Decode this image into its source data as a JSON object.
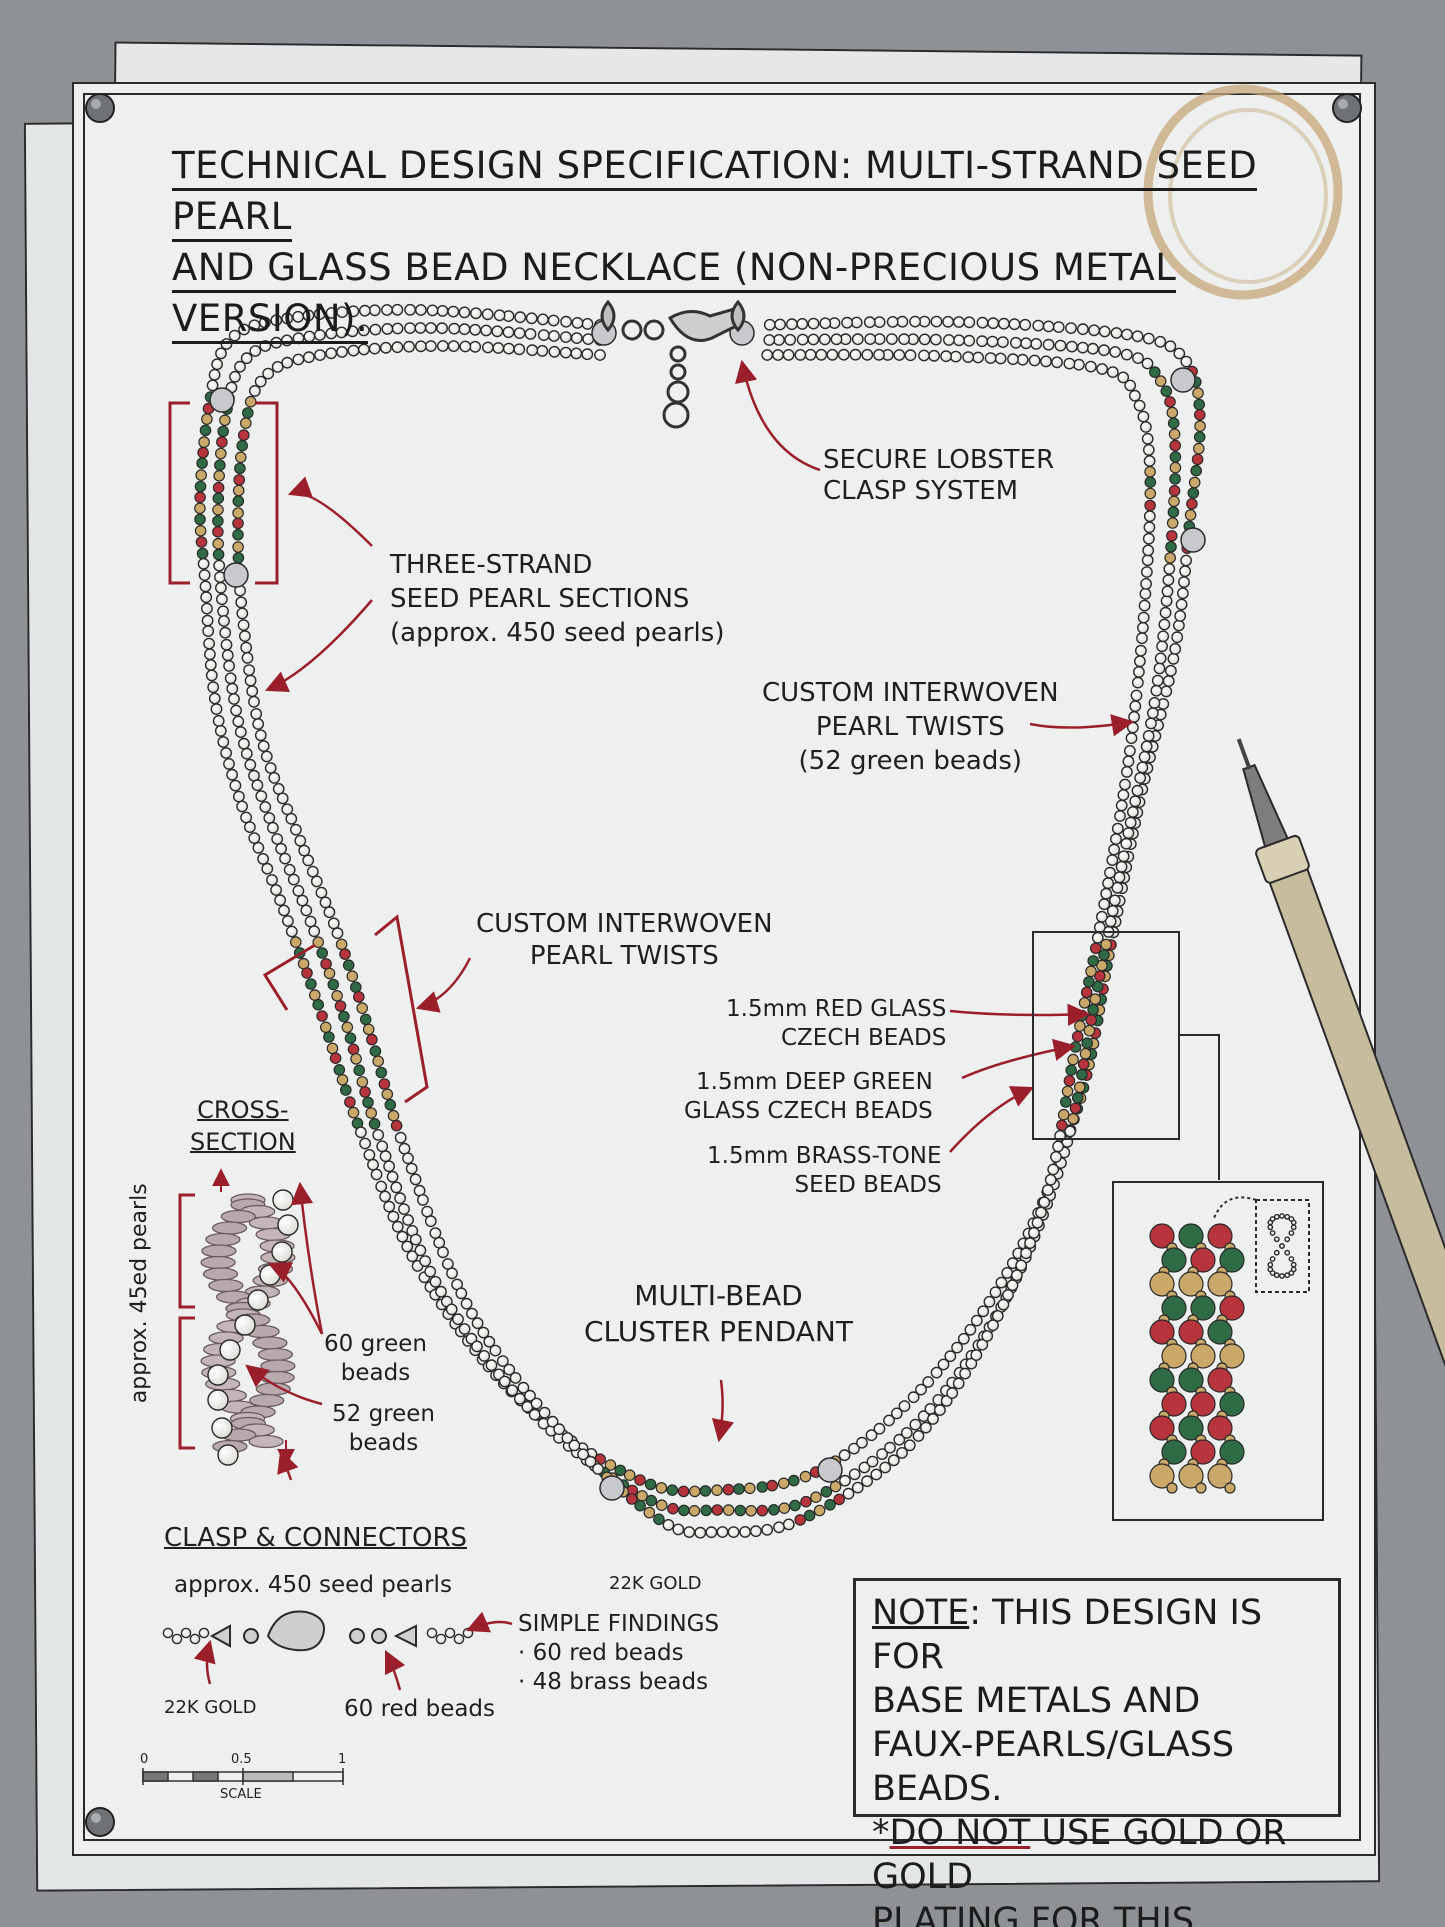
{
  "title": {
    "line1": "TECHNICAL DESIGN SPECIFICATION: MULTI-STRAND SEED PEARL",
    "line2": "AND GLASS BEAD NECKLACE (NON-PRECIOUS METAL VERSION)."
  },
  "labels": {
    "clasp_system": "SECURE LOBSTER\nCLASP SYSTEM",
    "three_strand": "THREE-STRAND\nSEED PEARL SECTIONS\n(approx. 450 seed pearls)",
    "twists_right": "CUSTOM INTERWOVEN\nPEARL TWISTS\n(52 green beads)",
    "twists_left": "CUSTOM INTERWOVEN\nPEARL TWISTS",
    "red_glass": "1.5mm RED GLASS\nCZECH BEADS",
    "green_glass": "1.5mm DEEP GREEN\nGLASS CZECH BEADS",
    "brass_seed": "1.5mm BRASS-TONE\nSEED BEADS",
    "cross_section": "CROSS-\nSECTION",
    "approx_45": "approx. 45ed pearls",
    "green_60": "60 green\nbeads",
    "green_52": "52 green\nbeads",
    "pendant": "MULTI-BEAD\nCLUSTER PENDANT",
    "clasp_connectors": "CLASP & CONNECTORS",
    "approx_450": "approx. 450 seed pearls",
    "gold_22k_top": "22K GOLD",
    "simple_findings": "SIMPLE FINDINGS\n· 60 red beads\n· 48 brass beads",
    "gold_22k_bottom": "22K GOLD",
    "red_60": "60 red beads"
  },
  "scale": {
    "t0": "0",
    "t05": "0.5",
    "t1": "1",
    "label": "SCALE"
  },
  "note": {
    "note_word": "NOTE",
    "line1_rest": ": THIS DESIGN IS FOR",
    "line2": "BASE METALS AND",
    "line3": "FAUX-PEARLS/GLASS BEADS.",
    "line4_star": "*",
    "line4_u": "DO NOT",
    "line4_rest": " USE GOLD OR GOLD",
    "line5": "PLATING FOR THIS VERSION*"
  },
  "colors": {
    "background": "#8e9297",
    "paper": "#eef0f0",
    "ink": "#1f1f1f",
    "annotation_red": "#9b1f2a",
    "bead_red": "#b8343d",
    "bead_green": "#2f6b45",
    "bead_brass": "#c9a86a",
    "pearl": "#f7f7f4",
    "coffee_stain": "#c7a77a",
    "pen_body": "#c8bc9e"
  },
  "icons": [
    "pushpin-icon",
    "lobster-clasp-icon",
    "technical-pen-icon",
    "coffee-stain-icon"
  ]
}
